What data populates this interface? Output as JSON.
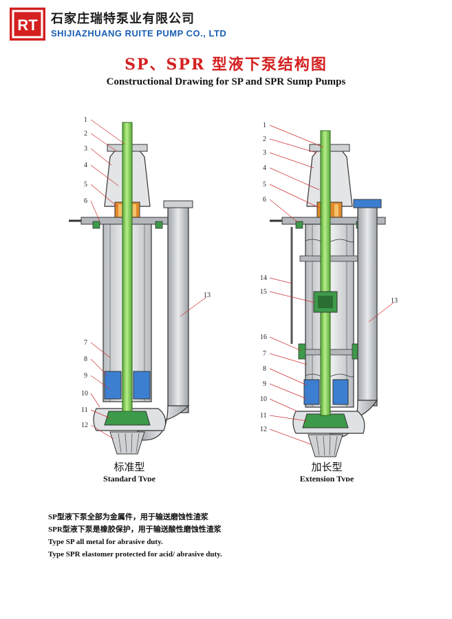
{
  "header": {
    "logo_text": "RT",
    "company_cn": "石家庄瑞特泵业有限公司",
    "company_en": "SHIJIAZHUANG RUITE PUMP CO., LTD"
  },
  "title": {
    "cn": "SP、SPR 型液下泵结构图",
    "en": "Constructional Drawing for SP and SPR Sump Pumps"
  },
  "diagrams": {
    "standard": {
      "caption_cn": "标准型",
      "caption_en": "Standard Type",
      "part_numbers": [
        "1",
        "2",
        "3",
        "4",
        "5",
        "6",
        "7",
        "8",
        "9",
        "10",
        "11",
        "12",
        "13"
      ]
    },
    "extension": {
      "caption_cn": "加长型",
      "caption_en": "Extension Type",
      "part_numbers": [
        "1",
        "2",
        "3",
        "4",
        "5",
        "6",
        "14",
        "15",
        "16",
        "7",
        "8",
        "9",
        "10",
        "11",
        "12",
        "13"
      ]
    }
  },
  "notes": [
    "SP型液下泵全部为金属件，用于输送磨蚀性渣浆",
    "SPR型液下泵是橡胶保护，用于输送酸性磨蚀性渣浆",
    "Type SP all metal for abrasive duty.",
    "Type SPR elastomer protected for acid/ abrasive duty."
  ],
  "colors": {
    "shaft": "#8cd35a",
    "title_red": "#d42020",
    "company_blue": "#1a5fb4",
    "bearing_orange": "#e08a2c",
    "impeller_green": "#3c9a4a",
    "liner_blue": "#3c7fd0",
    "casing_gray": "#c9ccd0"
  }
}
